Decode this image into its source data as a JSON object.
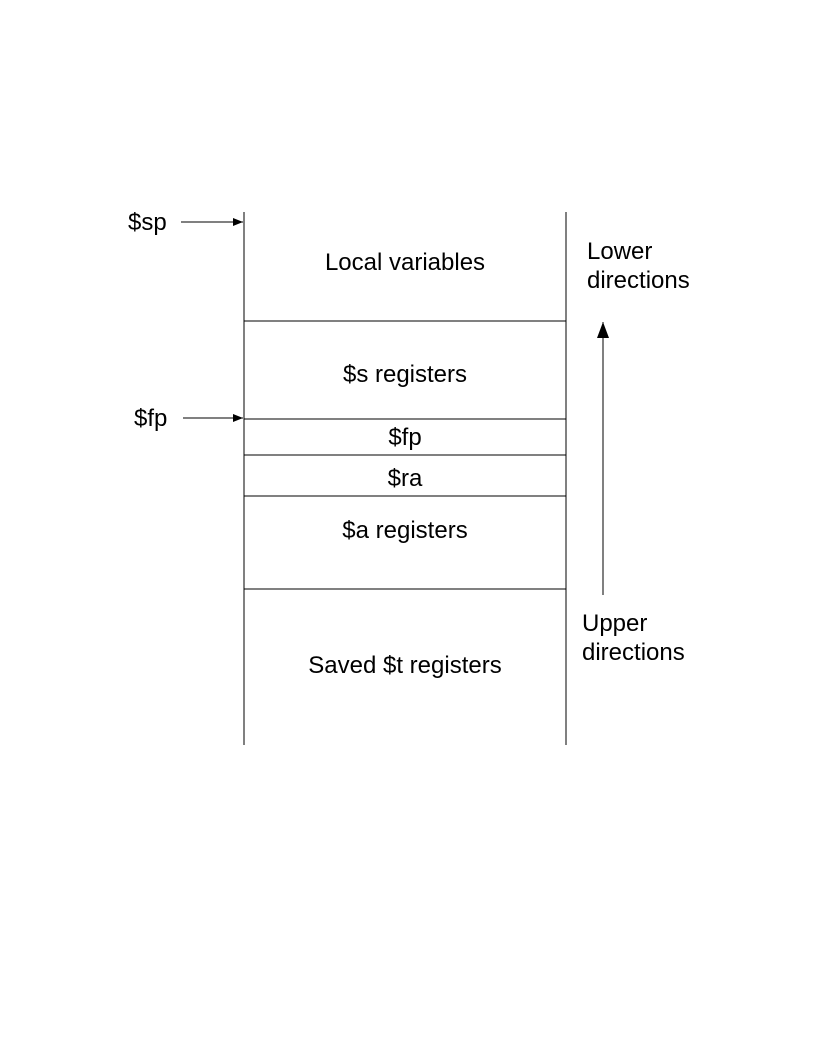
{
  "stack_frame": {
    "segments": [
      {
        "label": "Local variables"
      },
      {
        "label": "$s registers"
      },
      {
        "label": "$fp"
      },
      {
        "label": "$ra"
      },
      {
        "label": "$a registers"
      },
      {
        "label": "Saved $t registers"
      }
    ]
  },
  "pointers": {
    "sp": "$sp",
    "fp": "$fp"
  },
  "direction": {
    "lower_line1": "Lower",
    "lower_line2": "directions",
    "upper_line1": "Upper",
    "upper_line2": "directions"
  }
}
